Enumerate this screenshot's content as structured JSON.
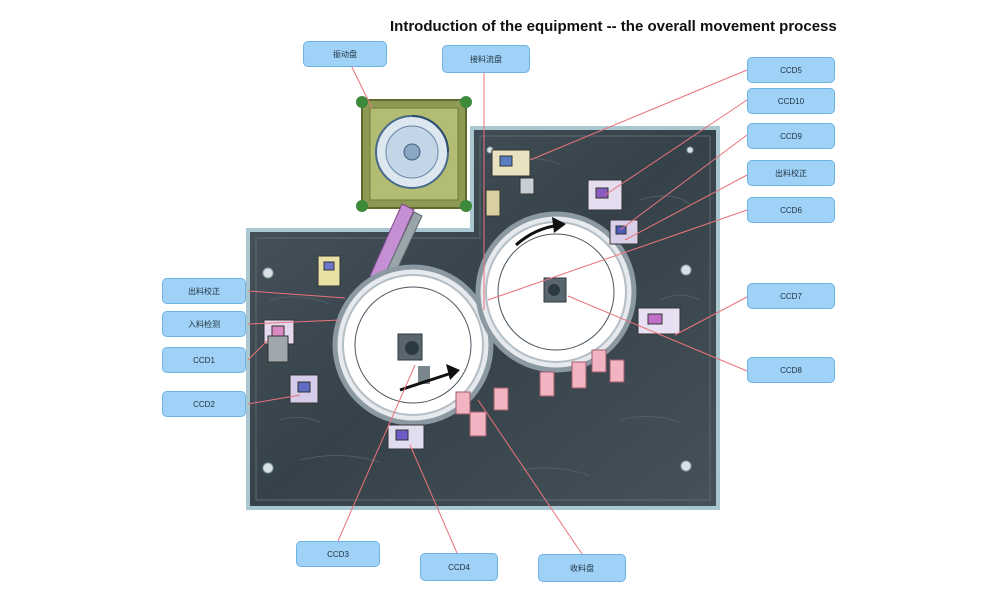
{
  "title": "Introduction of the equipment -- the overall movement process",
  "callouts": {
    "feeding_top": "振动盘",
    "top_center": "接料流盘",
    "ccd5": "CCD5",
    "ccd10": "CCD10",
    "ccd9": "CCD9",
    "right_station": "出料校正",
    "ccd6": "CCD6",
    "ccd7": "CCD7",
    "ccd8": "CCD8",
    "left_station1": "出料校正",
    "left_station2": "入料检测",
    "ccd1": "CCD1",
    "ccd2": "CCD2",
    "ccd3": "CCD3",
    "ccd4": "CCD4",
    "bottom_tray": "收料盘"
  },
  "colors": {
    "callout_fill": "#9fd2f6",
    "leader_line": "#e8737a",
    "machine_base": "#3e4a52",
    "machine_frame": "#a9c7d0",
    "flow_arrow": "#111111"
  }
}
